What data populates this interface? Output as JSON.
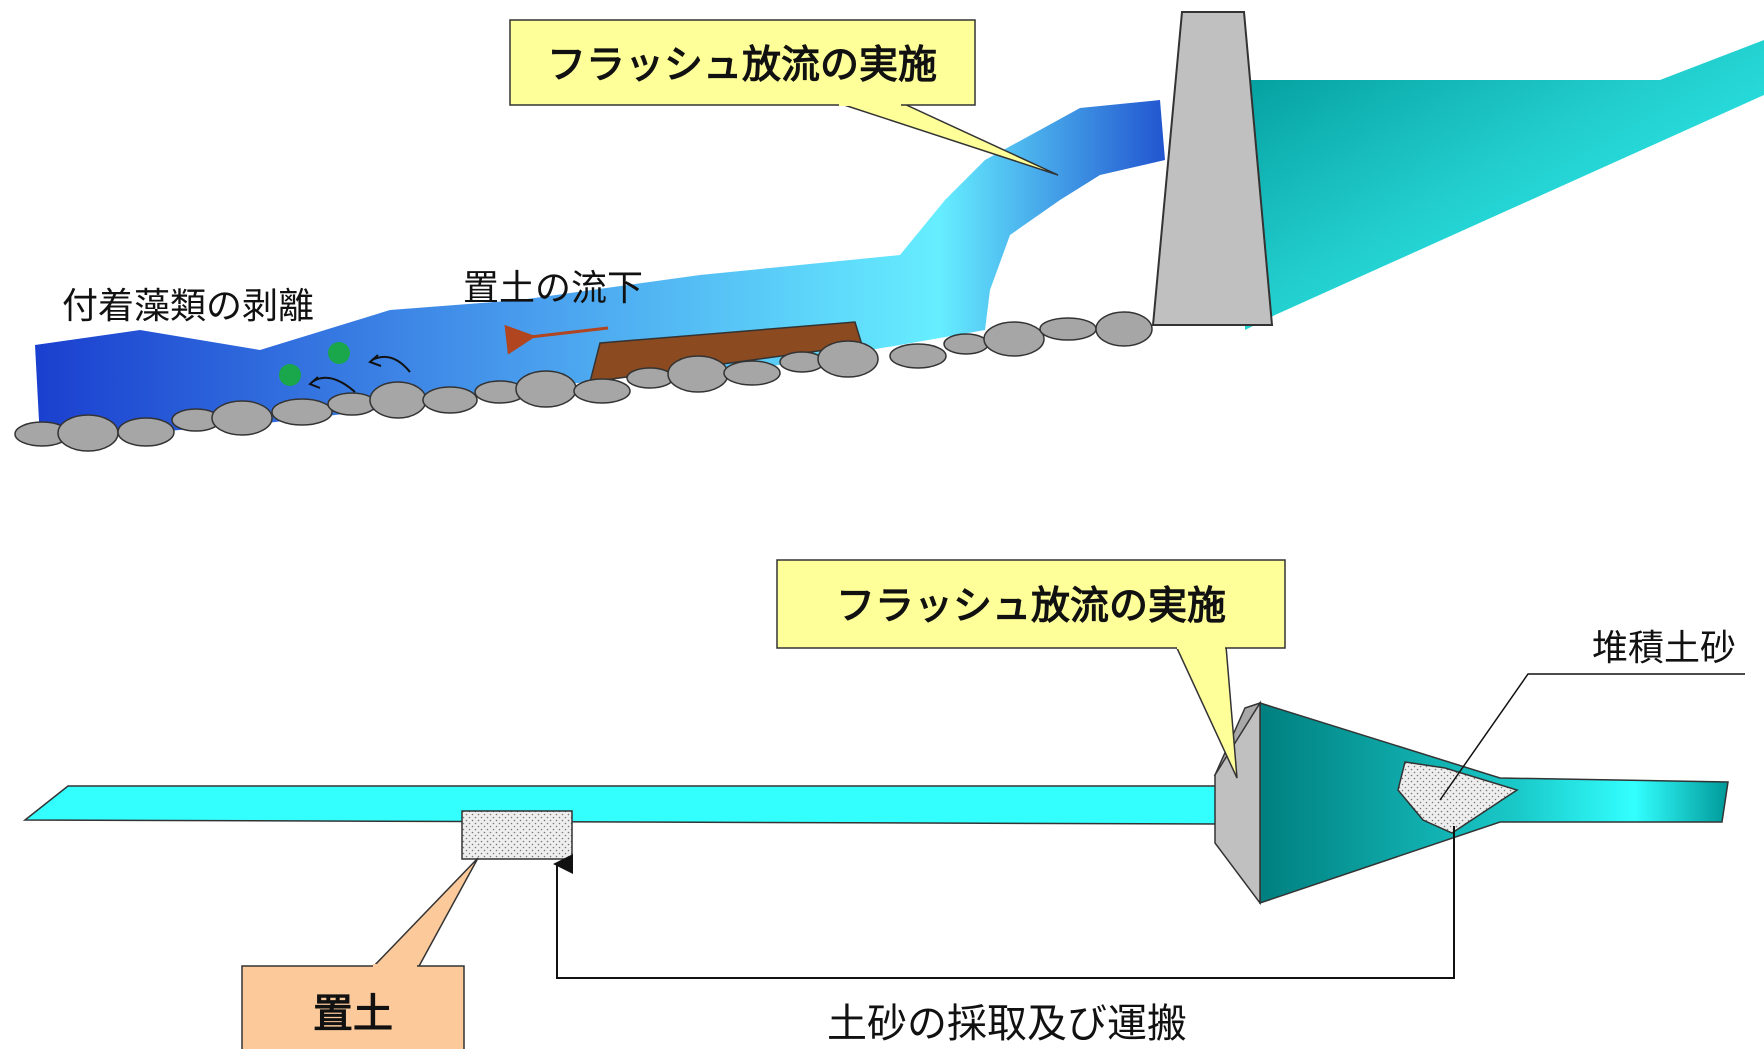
{
  "upper": {
    "callout_text": "フラッシュ放流の実施",
    "algae_label": "付着藻類の剥離",
    "soil_flow_label": "置土の流下"
  },
  "lower": {
    "callout_text": "フラッシュ放流の実施",
    "sediment_label": "堆積土砂",
    "placed_soil_label": "置土",
    "transport_label": "土砂の採取及び運搬"
  },
  "colors": {
    "callout_yellow": "#ffff99",
    "callout_orange": "#fcc99b",
    "reservoir_teal": "#009999",
    "reservoir_light": "#33ffff",
    "river_cyan": "#33ffff",
    "river_blue": "#1a3fcf",
    "dam_gray": "#c0c0c0",
    "stone_gray": "#a6a6a6",
    "soil_brown": "#8b4a1f",
    "algae_green": "#1aa64a",
    "arrow_brown": "#b0451f"
  }
}
